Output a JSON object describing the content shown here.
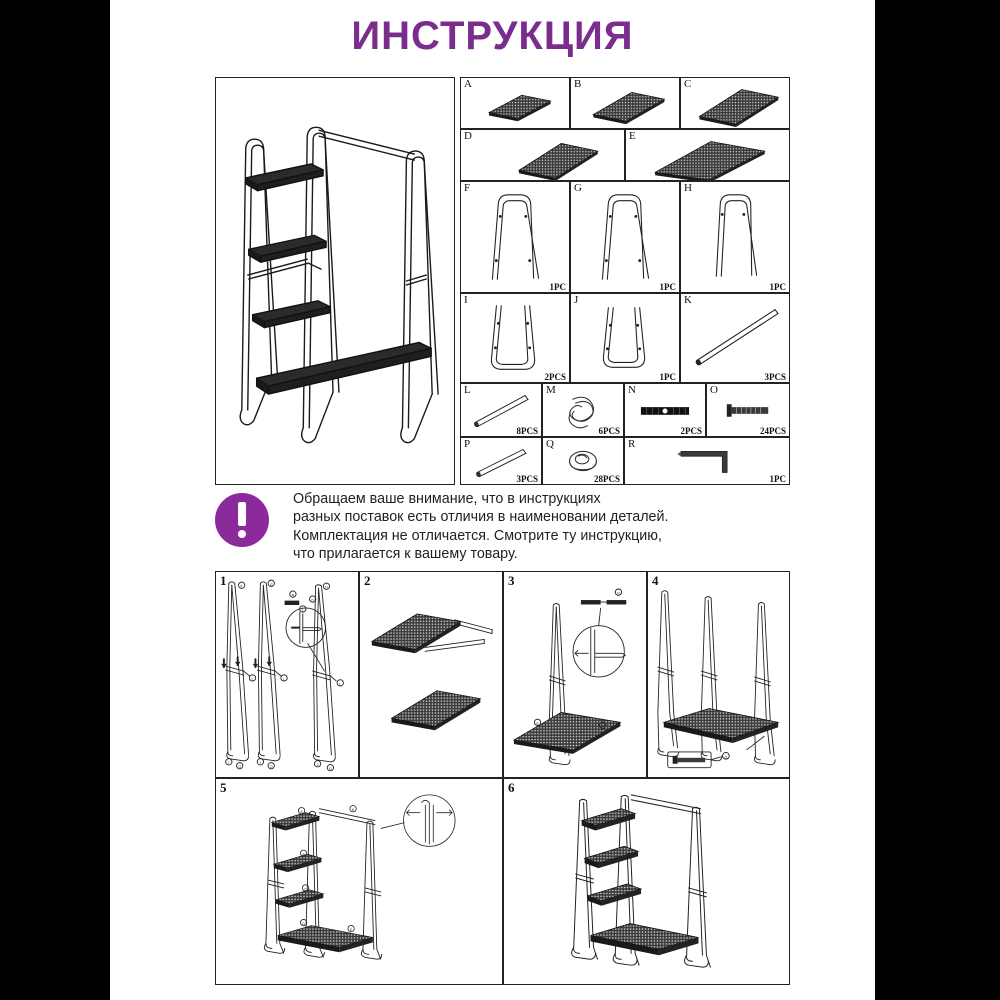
{
  "document": {
    "title": "ИНСТРУКЦИЯ",
    "title_color": "#7b2d8e",
    "accent_color": "#8a2a9b"
  },
  "hero": {
    "name": "assembled-garment-rack-illustration",
    "description": "Собранная вешалка-стеллаж с 4 полками и штангой"
  },
  "parts": {
    "rows": [
      [
        {
          "label": "A",
          "qty": "",
          "icon": "mesh-shelf-panel",
          "w": 1,
          "size": 0.52
        },
        {
          "label": "B",
          "qty": "",
          "icon": "mesh-shelf-panel",
          "w": 1,
          "size": 0.62
        },
        {
          "label": "C",
          "qty": "",
          "icon": "mesh-shelf-panel",
          "w": 1,
          "size": 0.74
        }
      ],
      [
        {
          "label": "D",
          "qty": "",
          "icon": "mesh-shelf-panel",
          "w": 1.5,
          "size": 0.6
        },
        {
          "label": "E",
          "qty": "",
          "icon": "mesh-shelf-panel",
          "w": 1.5,
          "size": 0.8
        }
      ],
      [
        {
          "label": "F",
          "qty": "1PC",
          "icon": "inverted-u-frame-tall",
          "w": 1,
          "size": 1
        },
        {
          "label": "G",
          "qty": "1PC",
          "icon": "inverted-u-frame-tall",
          "w": 1,
          "size": 1
        },
        {
          "label": "H",
          "qty": "1PC",
          "icon": "inverted-u-frame-tall",
          "w": 1,
          "size": 1
        }
      ],
      [
        {
          "label": "I",
          "qty": "2PCS",
          "icon": "u-frame-foot",
          "w": 1,
          "size": 1
        },
        {
          "label": "J",
          "qty": "1PC",
          "icon": "u-frame-foot",
          "w": 1,
          "size": 1
        },
        {
          "label": "K",
          "qty": "3PCS",
          "icon": "long-tube-rod",
          "w": 1,
          "size": 1
        }
      ],
      [
        {
          "label": "L",
          "qty": "8PCS",
          "icon": "short-tube-rod",
          "w": 1,
          "size": 1
        },
        {
          "label": "M",
          "qty": "6PCS",
          "icon": "plastic-clip",
          "w": 1,
          "size": 1
        },
        {
          "label": "N",
          "qty": "2PCS",
          "icon": "connector-bar",
          "w": 1,
          "size": 1
        },
        {
          "label": "O",
          "qty": "24PCS",
          "icon": "screw-bolt",
          "w": 1,
          "size": 1
        }
      ],
      [
        {
          "label": "P",
          "qty": "3PCS",
          "icon": "short-tube-rod",
          "w": 1,
          "size": 1
        },
        {
          "label": "Q",
          "qty": "28PCS",
          "icon": "round-cap-nut",
          "w": 1,
          "size": 1
        },
        {
          "label": "R",
          "qty": "1PC",
          "icon": "hex-allen-key",
          "w": 2,
          "size": 1
        }
      ]
    ]
  },
  "note": {
    "icon": "exclamation-circle-icon",
    "lines": [
      "Обращаем ваше внимание, что в инструкциях",
      "разных поставок есть отличия в наименовании деталей.",
      "Комплектация не отличается. Смотрите ту инструкцию,",
      "что прилагается к вашему товару."
    ]
  },
  "steps": [
    {
      "number": "1",
      "name": "step-attach-side-rails-to-frames"
    },
    {
      "number": "2",
      "name": "step-prepare-mesh-shelves"
    },
    {
      "number": "3",
      "name": "step-insert-shelf-into-frame"
    },
    {
      "number": "4",
      "name": "step-join-three-frames-with-base-shelf"
    },
    {
      "number": "5",
      "name": "step-mount-remaining-shelves-and-rail"
    },
    {
      "number": "6",
      "name": "step-completed-rack"
    }
  ]
}
